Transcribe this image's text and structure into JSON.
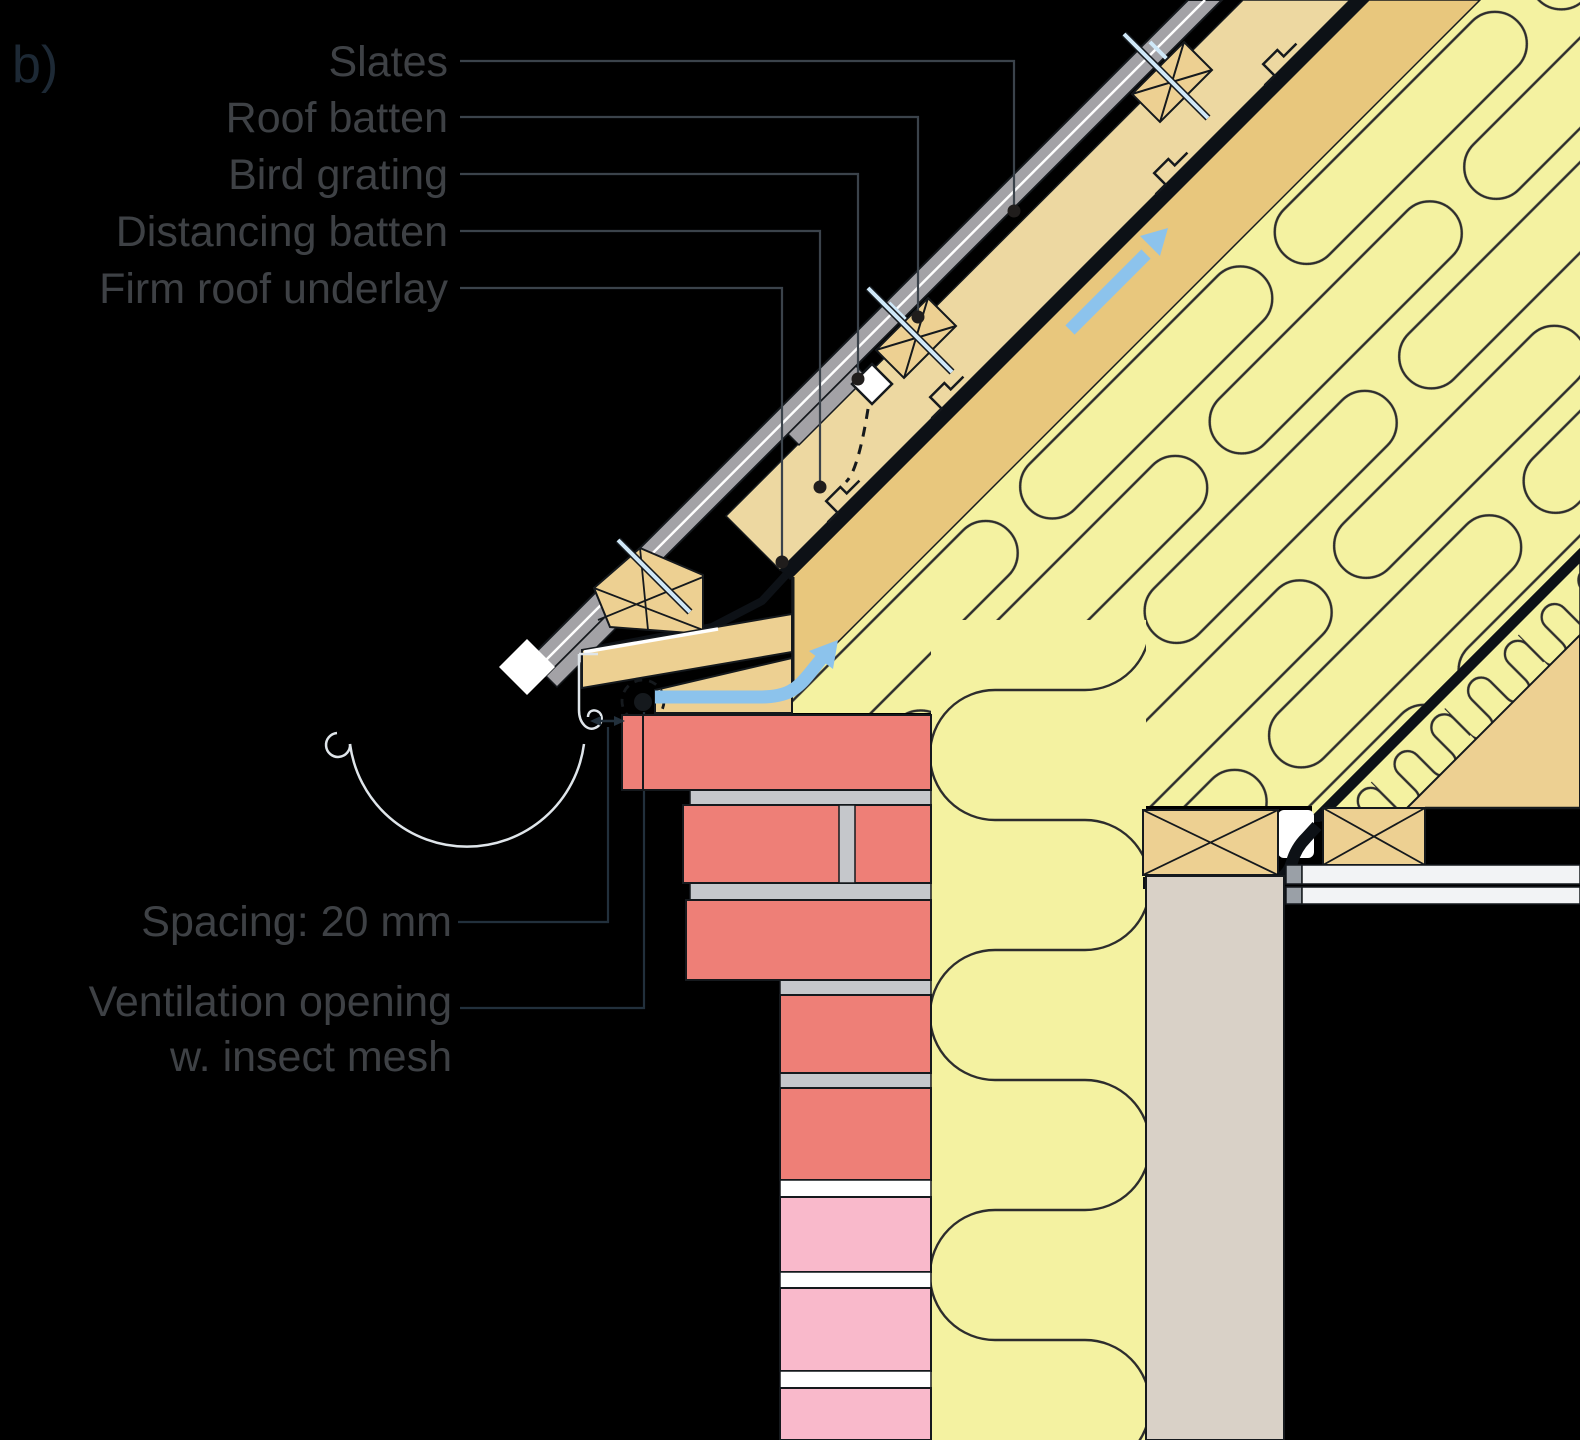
{
  "figure_label": "b)",
  "callouts": {
    "slates": "Slates",
    "roof_batten": "Roof batten",
    "bird_grating": "Bird grating",
    "distancing_batten": "Distancing batten",
    "firm_roof_underlay": "Firm roof underlay",
    "spacing": "Spacing: 20 mm",
    "ventilation_line1": "Ventilation opening",
    "ventilation_line2": "w. insect mesh"
  },
  "colors": {
    "bg": "#000000",
    "text": "#3e4145",
    "fig": "#1d2935",
    "leader": "#3b434b",
    "leader_dark": "#22303c",
    "line": "#15191d",
    "membrane": "#0d1116",
    "wood": "#edd092",
    "wood_light": "#edd8a1",
    "wood_dark": "#e8c77d",
    "insul": "#f4f2a1",
    "insul_line": "#2d2d2d",
    "slate": "#a3a2a6",
    "nail": "#cfe8f8",
    "arrow": "#8cc3ec",
    "brick_red": "#ee7f77",
    "brick_pink": "#f9b9cb",
    "mortar": "#c5c7cb",
    "taupe": "#d9d1c7",
    "board": "#f2f3f5",
    "board_cap": "#9aa0a7",
    "metal": "#dfe5ea",
    "white": "#ffffff"
  }
}
